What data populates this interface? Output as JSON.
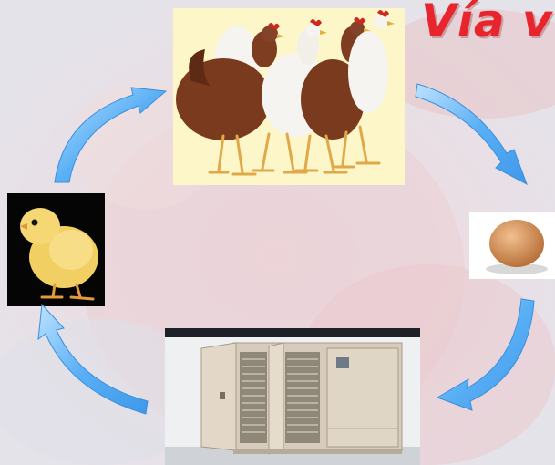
{
  "slide": {
    "title": "Vía v",
    "colors": {
      "title": "#e8242c",
      "arrow": "#4aa3f0",
      "arrow_light": "#bfe2ff",
      "hen_brown": "#7a3a1e",
      "hen_white": "#f6f4f0",
      "chick_yellow": "#f2cf63",
      "egg": "#d99a62",
      "incubator": "#ddd2c2"
    },
    "images": {
      "hens": "hens-photo",
      "egg": "egg-photo",
      "incubator": "incubator-photo",
      "chick": "chick-photo"
    },
    "cycle_order": [
      "hens",
      "egg",
      "incubator",
      "chick"
    ]
  }
}
